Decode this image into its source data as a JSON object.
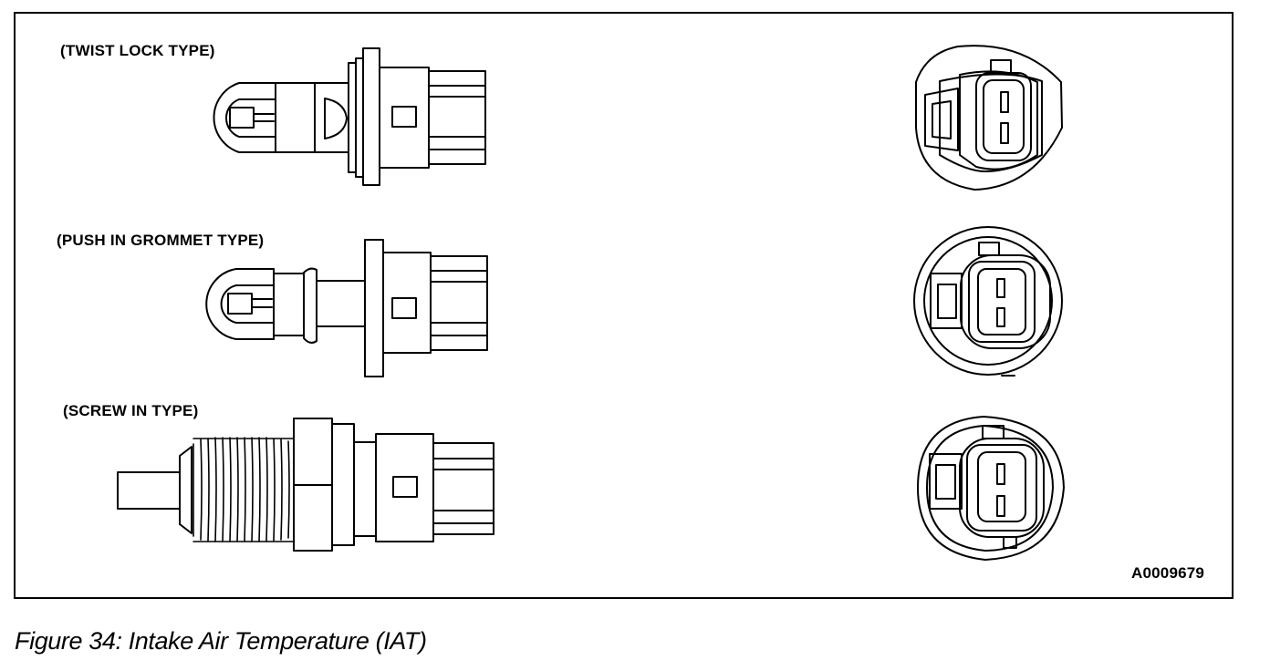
{
  "figure": {
    "caption": "Figure 34: Intake Air Temperature (IAT)",
    "image_code": "A0009679",
    "sensor_types": [
      {
        "label": "(TWIST LOCK TYPE)"
      },
      {
        "label": "(PUSH IN GROMMET TYPE)"
      },
      {
        "label": "(SCREW IN TYPE)"
      }
    ]
  }
}
